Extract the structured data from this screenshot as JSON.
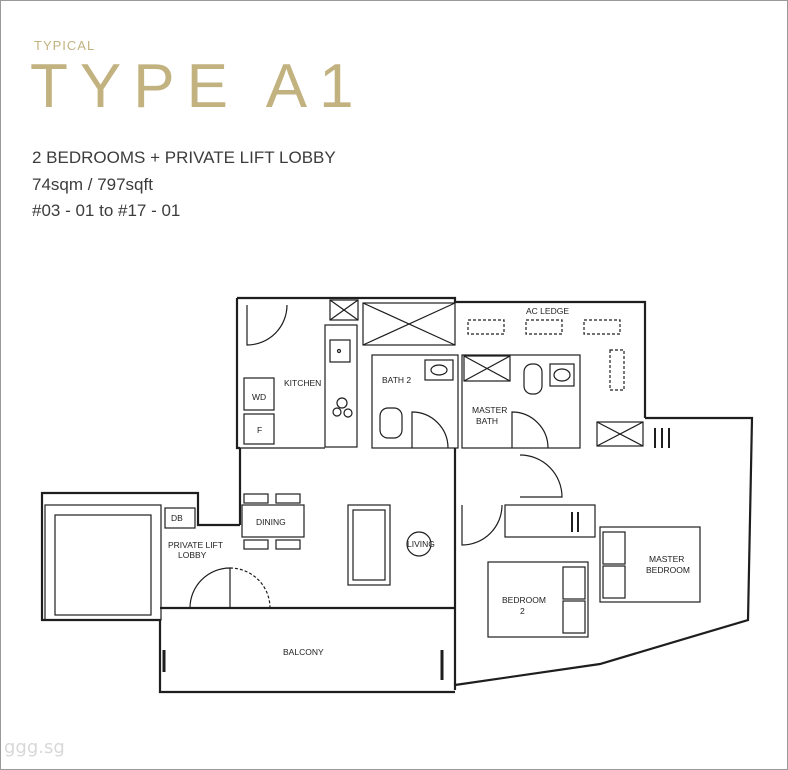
{
  "header": {
    "eyebrow": "TYPICAL",
    "title": "TYPE A1",
    "line1": "2 BEDROOMS + PRIVATE LIFT LOBBY",
    "line2": "74sqm / 797sqft",
    "line3": "#03 - 01 to #17 - 01"
  },
  "plan": {
    "labels": {
      "ac_ledge": "AC LEDGE",
      "kitchen": "KITCHEN",
      "bath2": "BATH 2",
      "master_bath_1": "MASTER",
      "master_bath_2": "BATH",
      "wd": "WD",
      "fridge": "F",
      "db": "DB",
      "dining": "DINING",
      "living": "LIVING",
      "lift_lobby_1": "PRIVATE LIFT",
      "lift_lobby_2": "LOBBY",
      "master_bedroom_1": "MASTER",
      "master_bedroom_2": "BEDROOM",
      "bedroom_1": "BEDROOM",
      "bedroom_2": "2",
      "balcony": "BALCONY"
    }
  },
  "watermark": "ggg.sg",
  "colors": {
    "accent": "#c2b280",
    "text": "#3c3c3c",
    "line": "#1e1e1e"
  }
}
